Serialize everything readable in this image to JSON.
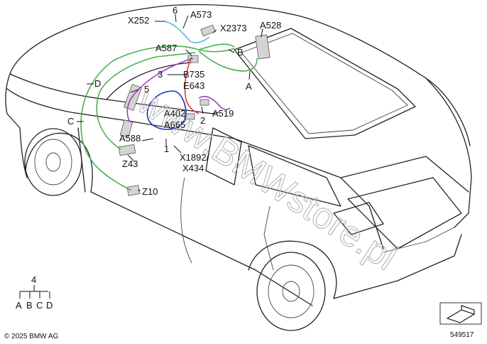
{
  "labels": {
    "l6": "6",
    "x252": "X252",
    "a573": "A573",
    "x2373": "X2373",
    "a528": "A528",
    "a587": "A587",
    "b": "B",
    "d": "D",
    "l3": "3",
    "b735": "B735",
    "e643": "E643",
    "a": "A",
    "l5": "5",
    "c": "C",
    "a402": "A402",
    "a665": "A665",
    "l2": "2",
    "a519": "A519",
    "a588": "A588",
    "l1": "1",
    "x1892": "X1892/",
    "x434": "X434",
    "z43": "Z43",
    "z10": "Z10"
  },
  "legend": {
    "number": "4",
    "letters": [
      "A",
      "B",
      "C",
      "D"
    ]
  },
  "watermark": "www.BMWstore.pl",
  "copyright": "© 2025 BMW AG",
  "diagram_id": "549517",
  "colors": {
    "harness_green": "#4caf50",
    "harness_red": "#e53935",
    "harness_blue": "#1e2fbf",
    "harness_purple": "#a33bc4",
    "harness_lightblue": "#5fb0d9"
  }
}
